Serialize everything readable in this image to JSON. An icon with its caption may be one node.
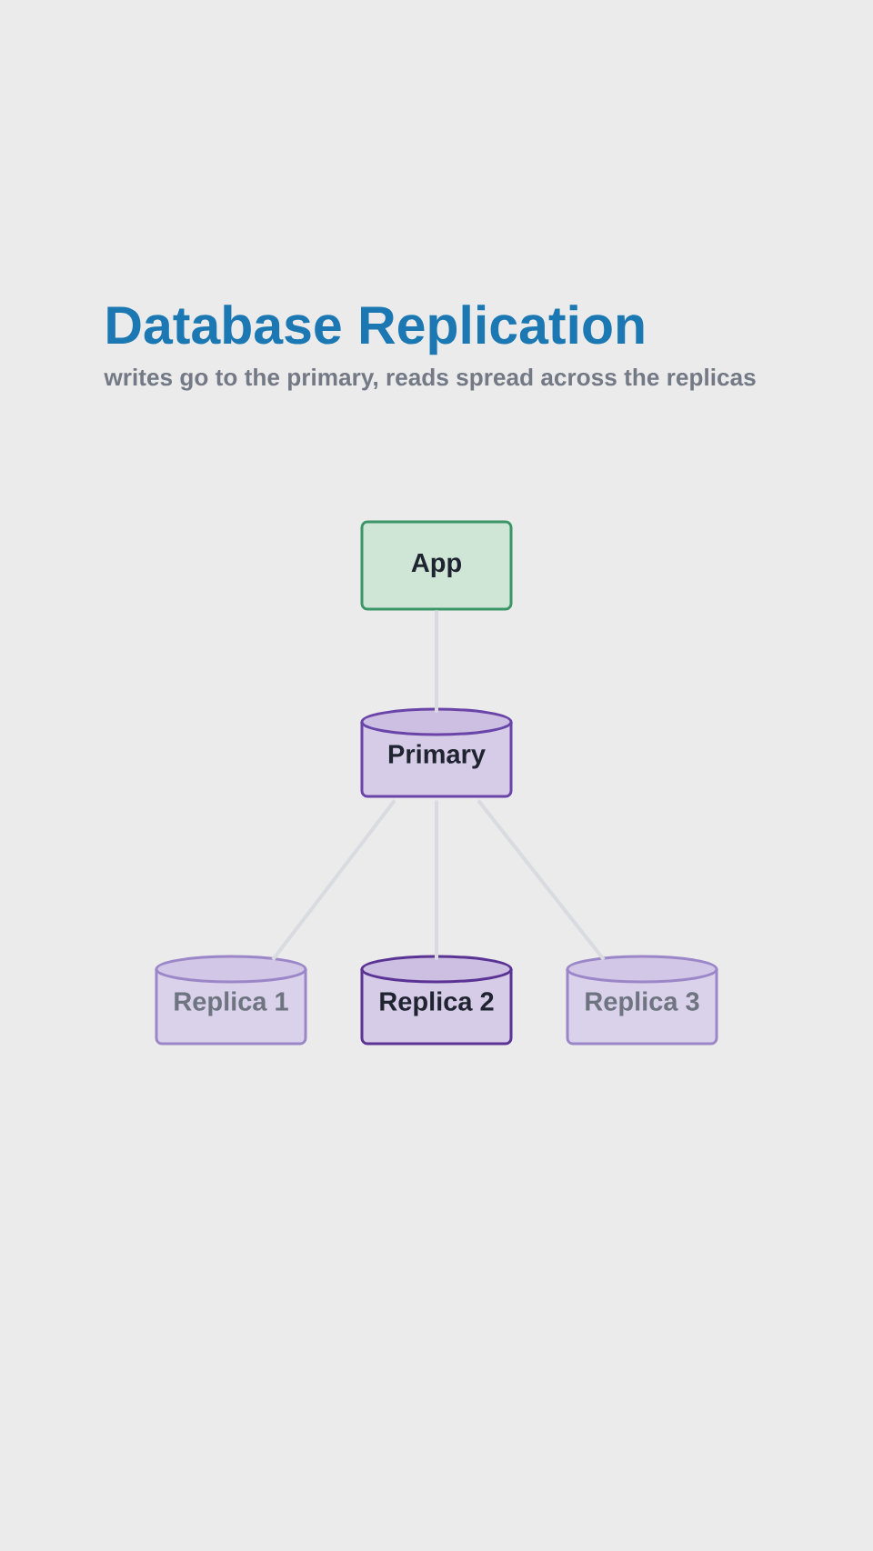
{
  "diagram": {
    "title": "Database Replication",
    "nodes": [
      {
        "text": [
          "App"
        ]
      },
      {
        "text": [
          "Primary"
        ]
      },
      {
        "text": [
          "Replica 1"
        ]
      },
      {
        "text": [
          "Replica 2"
        ]
      },
      {
        "text": [
          "Replica 3"
        ]
      }
    ],
    "edges": [
      {
        "from": 0,
        "to": 1,
        "arrow": "none"
      },
      {
        "from": 1,
        "to": 2,
        "arrow": "none"
      },
      {
        "from": 1,
        "to": 3,
        "arrow": "none"
      },
      {
        "from": 1,
        "to": 4,
        "arrow": "none"
      }
    ],
    "labels": [
      "writes go to the primary, reads spread across the replicas"
    ]
  }
}
